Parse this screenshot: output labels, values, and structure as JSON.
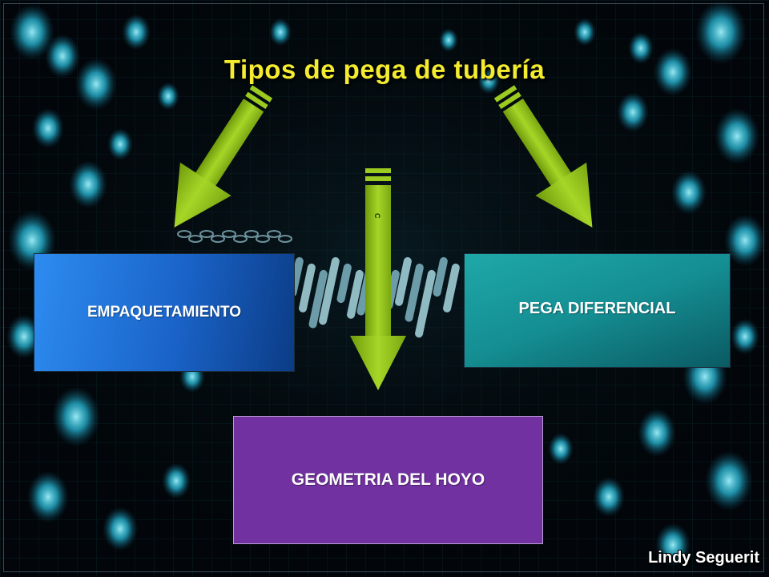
{
  "slide": {
    "title": "Tipos de pega de tubería",
    "center_arrow_mark": "C",
    "boxes": {
      "left": "EMPAQUETAMIENTO",
      "right": "PEGA DIFERENCIAL",
      "bottom": "GEOMETRIA DEL HOYO"
    },
    "credit": "Lindy Seguerit"
  },
  "colors": {
    "title": "#f4ec2e",
    "arrow": "#9ccb1f",
    "box_left": "#1e74dc",
    "box_right": "#128c90",
    "box_bottom": "#7131a0",
    "background": "#02060a"
  }
}
